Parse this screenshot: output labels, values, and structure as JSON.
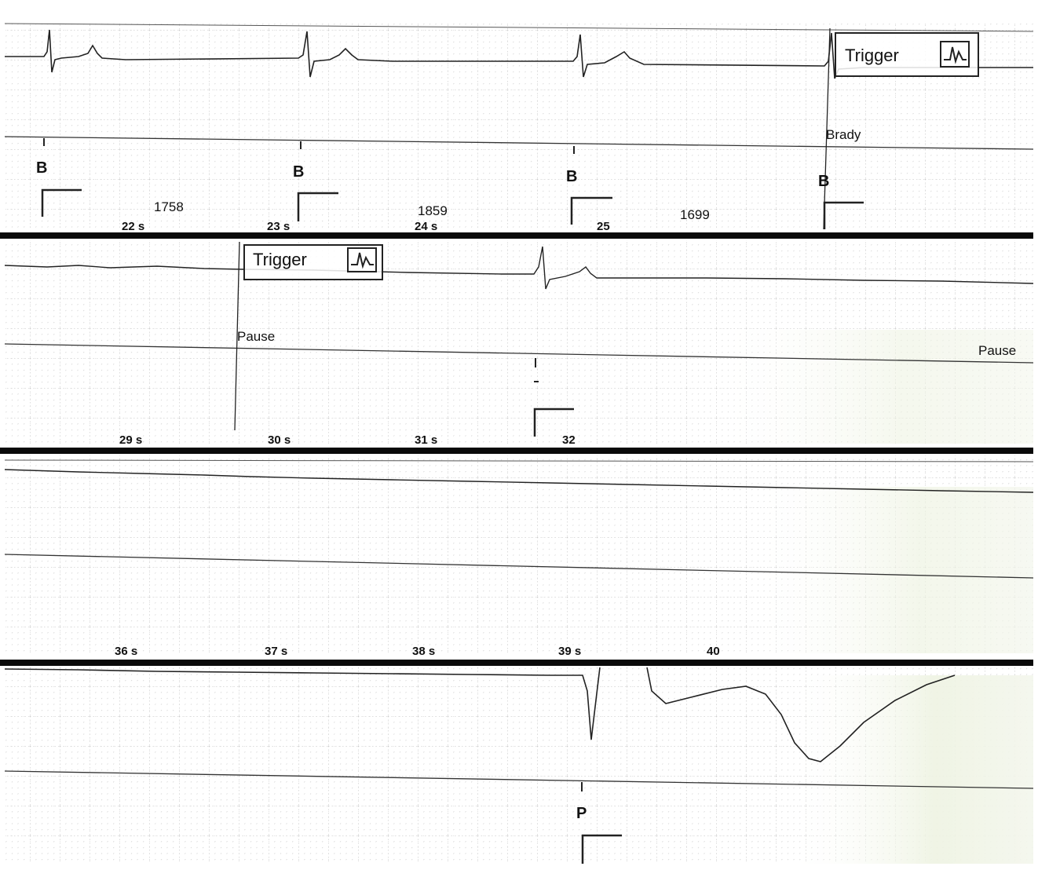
{
  "strips": [
    {
      "markers": [
        "B",
        "B",
        "B",
        "B"
      ],
      "intervals": [
        "1758",
        "1859",
        "1699"
      ],
      "event_label": "Brady",
      "trigger_label": "Trigger",
      "time_labels": [
        "22 s",
        "23 s",
        "24 s",
        "25"
      ]
    },
    {
      "trigger_label": "Trigger",
      "event_labels": [
        "Pause",
        "Pause"
      ],
      "time_labels": [
        "29 s",
        "30 s",
        "31 s",
        "32"
      ]
    },
    {
      "time_labels": [
        "36 s",
        "37 s",
        "38 s",
        "39 s",
        "40"
      ]
    },
    {
      "markers": [
        "P"
      ]
    }
  ],
  "trigger_icon": "ecg-waveform-icon",
  "colors": {
    "trace": "#222222",
    "grid": "#9a9a9a",
    "tinted_grid_bg": "#eef3e2"
  }
}
